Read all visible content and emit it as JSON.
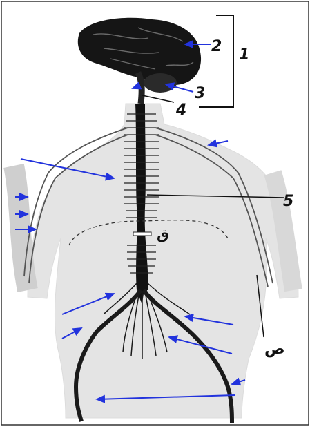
{
  "diagram": {
    "labels": {
      "one": "1",
      "two": "2",
      "three": "3",
      "four": "4",
      "five": "5",
      "qaf": "ق",
      "sad": "ص"
    },
    "colors": {
      "background": "#ffffff",
      "body": "#e4e4e4",
      "nerve": "#111111",
      "arrow": "#2233dd",
      "label": "#111111",
      "bracket": "#111111"
    }
  }
}
